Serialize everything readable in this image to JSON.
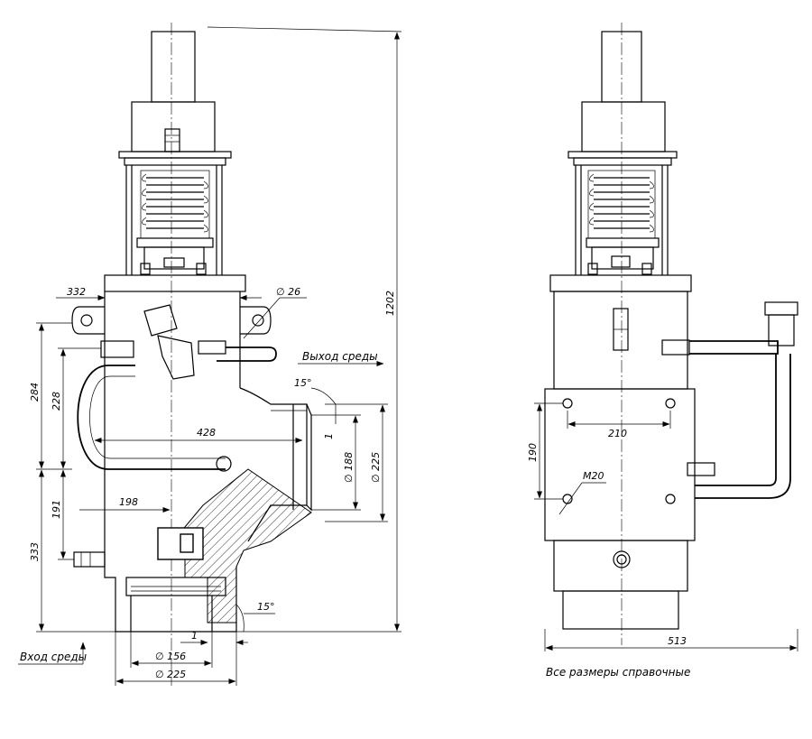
{
  "dimensions": {
    "d332": "332",
    "d26": "∅ 26",
    "d1202": "1202",
    "d284": "284",
    "d228": "228",
    "d15top": "15°",
    "d1top": "1",
    "d428": "428",
    "d188": "∅ 188",
    "d225right": "∅ 225",
    "d191": "191",
    "d198": "198",
    "d333": "333",
    "d15bottom": "15°",
    "d1bottom": "1",
    "d156": "∅ 156",
    "d225bottom": "∅ 225",
    "d210": "210",
    "d190": "190",
    "dM20": "M20",
    "d513": "513"
  },
  "labels": {
    "outlet": "Выход среды",
    "inlet": "Вход среды",
    "note": "Все размеры справочные"
  }
}
